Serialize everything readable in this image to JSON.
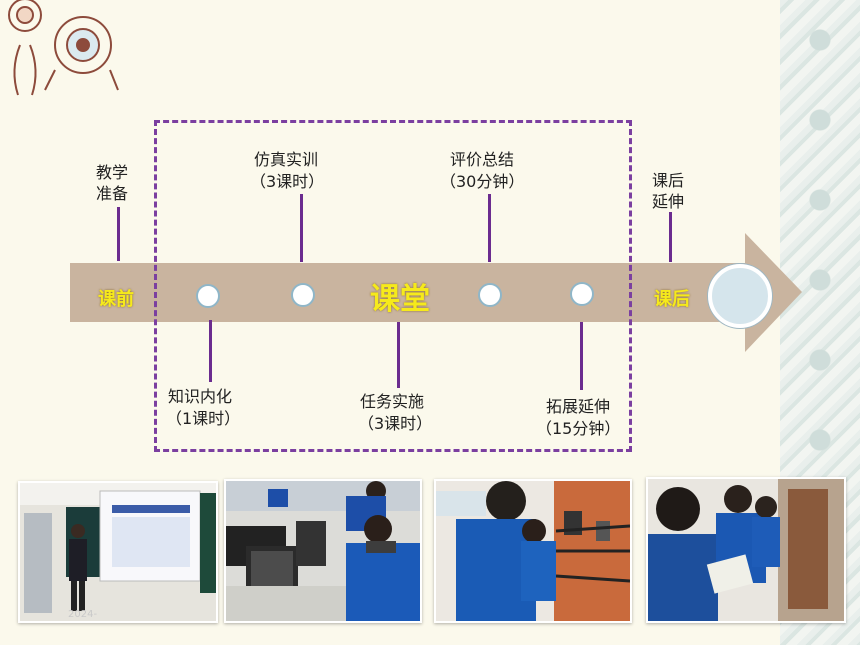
{
  "timeline": {
    "pre_class": "课前",
    "in_class": "课堂",
    "post_class": "课后",
    "prep_label": "教学\n准备",
    "extend_label": "课后\n延伸",
    "top_steps": [
      {
        "title": "仿真实训",
        "duration": "（3课时）"
      },
      {
        "title": "评价总结",
        "duration": "（30分钟）"
      }
    ],
    "bottom_steps": [
      {
        "title": "知识内化",
        "duration": "（1课时）"
      },
      {
        "title": "任务实施",
        "duration": "（3课时）"
      },
      {
        "title": "拓展延伸",
        "duration": "（15分钟）"
      }
    ]
  },
  "photos": {
    "date_overlay": "2024-",
    "items": [
      {
        "caption": "teacher-lecture"
      },
      {
        "caption": "computer-simulation"
      },
      {
        "caption": "wiring-practice"
      },
      {
        "caption": "group-evaluation"
      }
    ]
  },
  "colors": {
    "arrow": "#c9b49f",
    "accent_purple": "#6b2c8f",
    "label_yellow": "#f6ea1b"
  }
}
